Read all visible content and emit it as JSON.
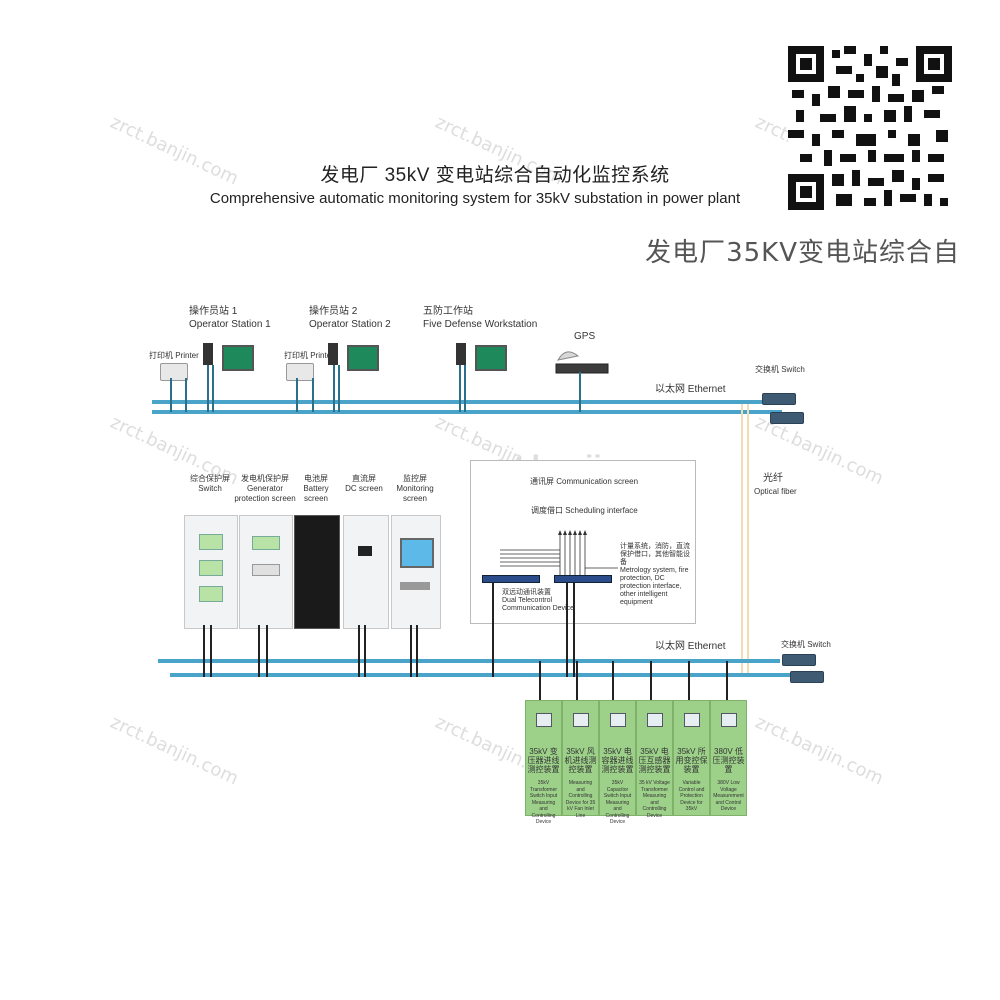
{
  "title": {
    "cn": "发电厂 35kV 变电站综合自动化监控系统",
    "en": "Comprehensive automatic monitoring system for 35kV substation in power plant"
  },
  "banner": "发电厂35KV变电站综合自",
  "watermark": "zrct.banjin.com",
  "watermark_center": "zrct.banjin.com",
  "top_stations": [
    {
      "cn": "操作员站 1",
      "en": "Operator Station 1"
    },
    {
      "cn": "操作员站 2",
      "en": "Operator Station 2"
    },
    {
      "cn": "五防工作站",
      "en": "Five Defense Workstation"
    }
  ],
  "gps": "GPS",
  "printers": [
    "打印机 Printer",
    "打印机 Printer"
  ],
  "ethernet_top": "以太网 Ethernet",
  "switch_top": "交换机 Switch",
  "optical_fiber": {
    "cn": "光纤",
    "en": "Optical fiber"
  },
  "screens": [
    {
      "cn": "综合保护屏",
      "en": "Switch"
    },
    {
      "cn": "发电机保护屏",
      "en": "Generator protection screen"
    },
    {
      "cn": "电池屏",
      "en": "Battery screen"
    },
    {
      "cn": "直流屏",
      "en": "DC screen"
    },
    {
      "cn": "监控屏",
      "en": "Monitoring screen"
    }
  ],
  "comm_screen": "通讯屏 Communication screen",
  "scheduling": "调度借口 Scheduling interface",
  "metrology": {
    "cn": "计量系统，消防，直流保护借口，其他智能设备",
    "en": "Metrology system, fire protection, DC protection interface, other intelligent equipment"
  },
  "dual_comm": {
    "cn": "双远动通讯装置",
    "en": "Dual Telecontrol Communication Device"
  },
  "ethernet_bottom": "以太网 Ethernet",
  "switch_bottom": "交换机 Switch",
  "devices": [
    {
      "cn": "35kV 变压器进线测控装置",
      "en": "35kV Transformer Switch Input Measuring and Controlling Device"
    },
    {
      "cn": "35kV 风机进线测控装置",
      "en": "Measuring and Controlling Device for 35 kV Fan Inlet Line"
    },
    {
      "cn": "35kV 电容器进线测控装置",
      "en": "35kV Capacitor Switch Input Measuring and Controlling Device"
    },
    {
      "cn": "35kV 电压互感器测控装置",
      "en": "35 kV Voltage Transformer Measuring and Controlling Device"
    },
    {
      "cn": "35kV 所用变控保装置",
      "en": "Variable Control and Protection Device for 35kV"
    },
    {
      "cn": "380V 低压测控装置",
      "en": "380V Low Voltage Measurement and Control Device"
    }
  ]
}
